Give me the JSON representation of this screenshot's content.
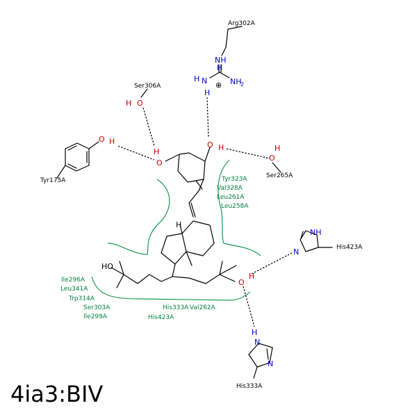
{
  "title": "4ia3:BIV",
  "residues": {
    "arg302": "Arg302A",
    "ser306": "Ser306A",
    "tyr175": "Tyr175A",
    "ser265": "Ser265A",
    "his423_right": "His423A",
    "his333_bottom": "His333A"
  },
  "hydrophobic": {
    "right": [
      "Tyr323A",
      "Val328A",
      "Leu261A",
      "Leu258A"
    ],
    "left": [
      "Ile296A",
      "Leu341A",
      "Trp314A",
      "Ser303A",
      "Ile299A"
    ],
    "bottom_1": "His333A",
    "bottom_2": "Val262A",
    "bottom_3": "His423A"
  },
  "atoms": {
    "oxygen": "O",
    "hydrogen": "H",
    "nitrogen": "N",
    "nh": "NH",
    "nh2": "NH",
    "subscript_2": "2",
    "ho": "HO",
    "charge": "⊕"
  },
  "colors": {
    "hydrophobic": "#008040",
    "oxygen": "#cc0000",
    "nitrogen": "#0000cc",
    "arc": "#1a9950"
  }
}
